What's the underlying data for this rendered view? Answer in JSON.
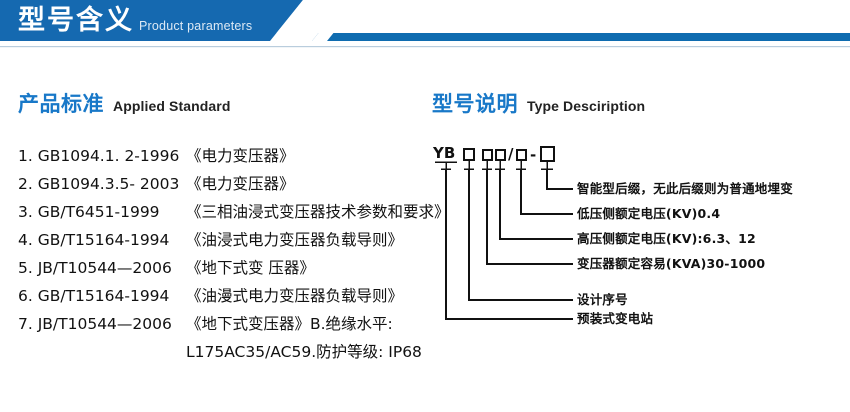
{
  "header": {
    "title_cn": "型号含义",
    "title_en": "Product parameters",
    "bar_color": "#1569b0",
    "accent_color": "#1878c8"
  },
  "left_section": {
    "heading_cn": "产品标准",
    "heading_en": "Applied Standard",
    "items": [
      {
        "code": "1. GB1094.1. 2-1996",
        "name": "《电力变压器》"
      },
      {
        "code": "2. GB1094.3.5- 2003",
        "name": "《电力变压器》"
      },
      {
        "code": "3. GB/T6451-1999",
        "name": "《三相油浸式变压器技术参数和要求》"
      },
      {
        "code": "4. GB/T15164-1994",
        "name": "《油浸式电力变压器负载导则》"
      },
      {
        "code": "5. JB/T10544—2006",
        "name": "《地下式变 压器》"
      },
      {
        "code": "6. GB/T15164-1994",
        "name": "《油漫式电力变压器负载导则》"
      },
      {
        "code": "7. JB/T10544—2006",
        "name": "《地下式变压器》B.绝缘水平:"
      }
    ],
    "continuation": "L175AC35/AC59.防护等级: IP68"
  },
  "right_section": {
    "heading_cn": "型号说明",
    "heading_en": "Type Desciription",
    "model_code": {
      "prefix": "YB",
      "slash": "/",
      "dash": "-"
    },
    "callouts": [
      {
        "key": "suffix",
        "text": "智能型后缀，无此后缀则为普通地埋变"
      },
      {
        "key": "lv",
        "text": "低压侧额定电压(KV)0.4"
      },
      {
        "key": "hv",
        "text": "高压侧额定电压(KV):6.3、12"
      },
      {
        "key": "capacity",
        "text": "变压器额定容易(KVA)30-1000"
      },
      {
        "key": "design_no",
        "text": "设计序号"
      },
      {
        "key": "station",
        "text": "预装式变电站"
      }
    ]
  }
}
